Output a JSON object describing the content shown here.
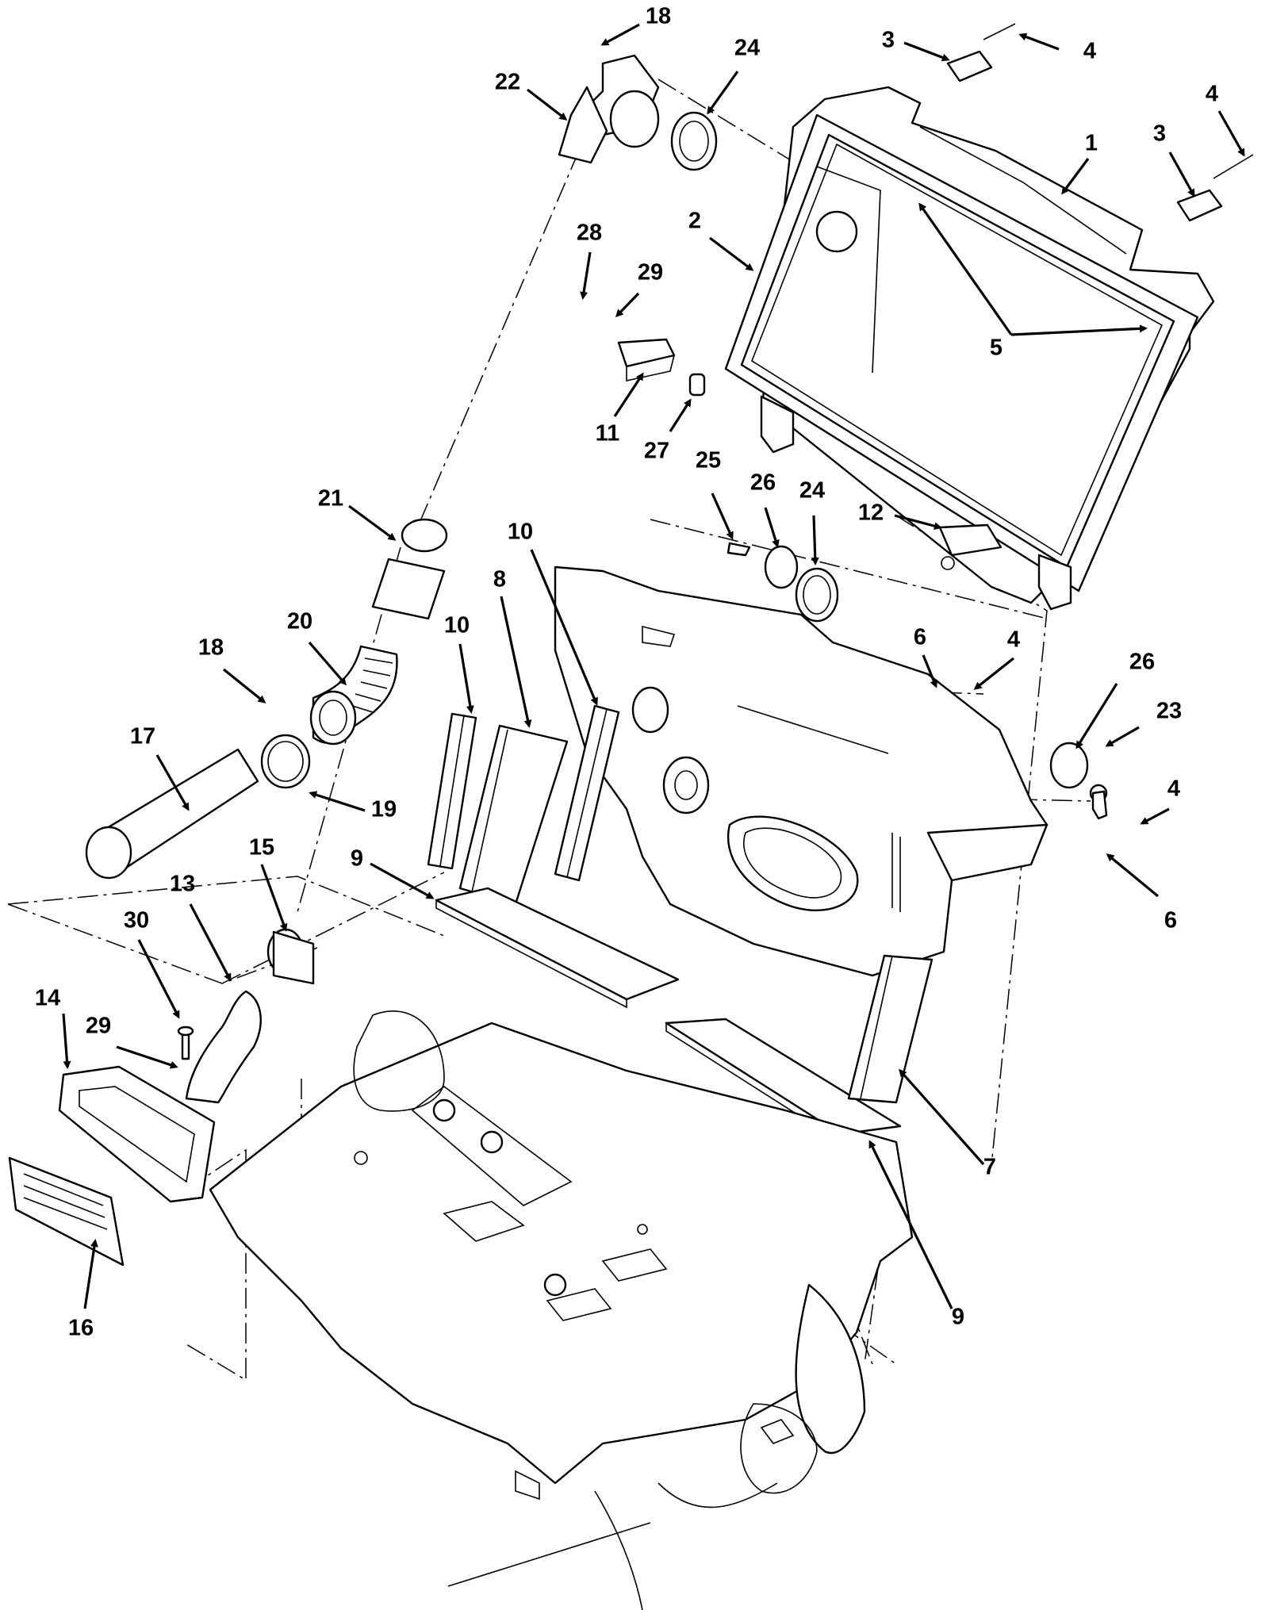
{
  "diagram": {
    "type": "exploded-parts-illustration",
    "colors": {
      "line": "#000000",
      "background": "#ffffff",
      "shade": "#e4e4e4"
    },
    "callouts": [
      {
        "id": "c18a",
        "label": "18"
      },
      {
        "id": "c24a",
        "label": "24"
      },
      {
        "id": "c3a",
        "label": "3"
      },
      {
        "id": "c4a",
        "label": "4"
      },
      {
        "id": "c22",
        "label": "22"
      },
      {
        "id": "c4b",
        "label": "4"
      },
      {
        "id": "c1",
        "label": "1"
      },
      {
        "id": "c3b",
        "label": "3"
      },
      {
        "id": "c2",
        "label": "2"
      },
      {
        "id": "c28",
        "label": "28"
      },
      {
        "id": "c29a",
        "label": "29"
      },
      {
        "id": "c5",
        "label": "5"
      },
      {
        "id": "c11",
        "label": "11"
      },
      {
        "id": "c27",
        "label": "27"
      },
      {
        "id": "c25",
        "label": "25"
      },
      {
        "id": "c26a",
        "label": "26"
      },
      {
        "id": "c24b",
        "label": "24"
      },
      {
        "id": "c12",
        "label": "12"
      },
      {
        "id": "c21",
        "label": "21"
      },
      {
        "id": "c10a",
        "label": "10"
      },
      {
        "id": "c8",
        "label": "8"
      },
      {
        "id": "c20",
        "label": "20"
      },
      {
        "id": "c10b",
        "label": "10"
      },
      {
        "id": "c6a",
        "label": "6"
      },
      {
        "id": "c4c",
        "label": "4"
      },
      {
        "id": "c26b",
        "label": "26"
      },
      {
        "id": "c18b",
        "label": "18"
      },
      {
        "id": "c23",
        "label": "23"
      },
      {
        "id": "c17",
        "label": "17"
      },
      {
        "id": "c19",
        "label": "19"
      },
      {
        "id": "c4d",
        "label": "4"
      },
      {
        "id": "c15",
        "label": "15"
      },
      {
        "id": "c9a",
        "label": "9"
      },
      {
        "id": "c6b",
        "label": "6"
      },
      {
        "id": "c13",
        "label": "13"
      },
      {
        "id": "c30",
        "label": "30"
      },
      {
        "id": "c14",
        "label": "14"
      },
      {
        "id": "c29b",
        "label": "29"
      },
      {
        "id": "c7",
        "label": "7"
      },
      {
        "id": "c16",
        "label": "16"
      },
      {
        "id": "c9b",
        "label": "9"
      }
    ]
  }
}
